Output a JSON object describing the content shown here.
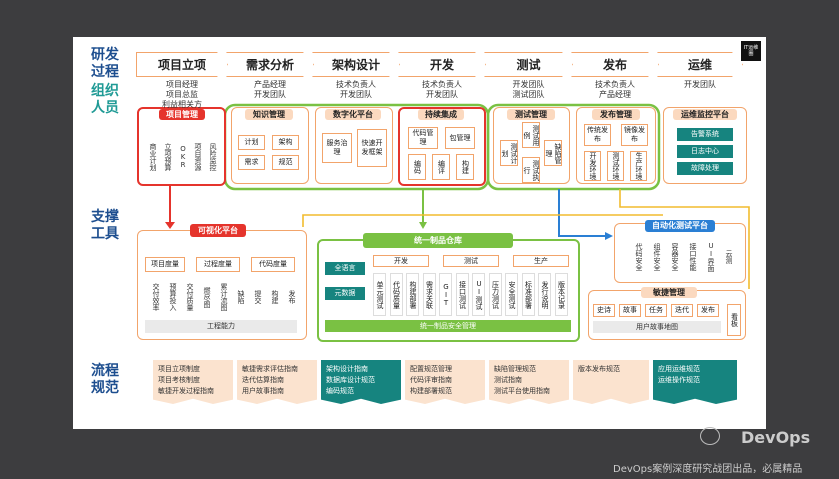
{
  "side": {
    "r1": "研发",
    "r2": "过程",
    "r3": "组织",
    "r4": "人员",
    "r5": "支撑",
    "r6": "工具",
    "r7": "流程",
    "r8": "规范"
  },
  "logo": "IT运维\n圈",
  "stages": [
    "项目立项",
    "需求分析",
    "架构设计",
    "开发",
    "测试",
    "发布",
    "运维"
  ],
  "roles": [
    "项目经理\n项目总监\n利益相关方",
    "产品经理\n开发团队",
    "技术负责人\n开发团队",
    "技术负责人\n开发团队",
    "开发团队\n测试团队",
    "技术负责人\n产品经理",
    "开发团队"
  ],
  "pm": {
    "title": "项目管理",
    "cols": [
      "商业计划",
      "立项预算",
      "OKR",
      "项目资源",
      "风险监控"
    ]
  },
  "km": {
    "title": "知识管理",
    "items": [
      "计划",
      "架构",
      "需求",
      "规范"
    ]
  },
  "dp": {
    "title": "数字化平台",
    "items": [
      "服务治理",
      "快速开发框架"
    ]
  },
  "ci": {
    "title": "持续集成",
    "items": [
      "代码管理",
      "包管理",
      "编码",
      "编评",
      "构建"
    ]
  },
  "tm": {
    "title": "测试管理",
    "items": [
      "测试用例",
      "测试计划",
      "缺陷管理",
      "测试执行"
    ]
  },
  "rm": {
    "title": "发布管理",
    "items": [
      "传统发布",
      "镜像发布",
      "开发环境",
      "测试环境",
      "生产环境"
    ]
  },
  "om": {
    "title": "运维监控平台",
    "items": [
      "告警系统",
      "日志中心",
      "故障处理"
    ]
  },
  "vp": {
    "title": "可视化平台",
    "items": [
      "项目度量",
      "过程度量",
      "代码度量"
    ],
    "cols": [
      "交付效率",
      "预算投入",
      "交付质量",
      "燃尽图",
      "累计流图",
      "缺陷",
      "提交",
      "构建",
      "发布"
    ],
    "footer": "工程能力"
  },
  "repo": {
    "title": "统一制品仓库",
    "left": [
      "全语言",
      "元数据"
    ],
    "top": [
      "开发",
      "测试",
      "生产"
    ],
    "cols": [
      "单元测试",
      "代码质量",
      "构建部署",
      "需求关联",
      "GIT",
      "接口测试",
      "UI测试",
      "压力测试",
      "安全测试",
      "标准部署",
      "发行说明",
      "版本记录"
    ],
    "footer": "统一制品安全管理"
  },
  "at": {
    "title": "自动化测试平台",
    "cols": [
      "代码安全",
      "组件安全",
      "容器安全",
      "接口性能",
      "UI界面",
      "云测"
    ]
  },
  "ag": {
    "title": "敏捷管理",
    "items": [
      "史诗",
      "故事",
      "任务",
      "迭代",
      "发布"
    ],
    "side": "看板",
    "footer": "用户故事地图"
  },
  "docs": [
    [
      "项目立项制度",
      "项目考核制度",
      "敏捷开发过程指南"
    ],
    [
      "敏捷需求评估指南",
      "迭代估算指南",
      "用户故事指南"
    ],
    [
      "架构设计指南",
      "数据库设计规范",
      "编码规范"
    ],
    [
      "配置规范管理",
      "代码评审指南",
      "构建部署规范"
    ],
    [
      "缺陷管理规范",
      "测试指南",
      "测试平台使用指南"
    ],
    [
      "版本发布规范"
    ],
    [
      "应用运维规范",
      "运维操作规范"
    ]
  ],
  "watermark": "DevOps",
  "caption": "DevOps案例深度研究战团出品，必属精品",
  "colors": {
    "accent": "#f2a46b",
    "red": "#e5342c",
    "green": "#7ac143",
    "teal": "#16847f",
    "navy": "#1d4e8f"
  }
}
